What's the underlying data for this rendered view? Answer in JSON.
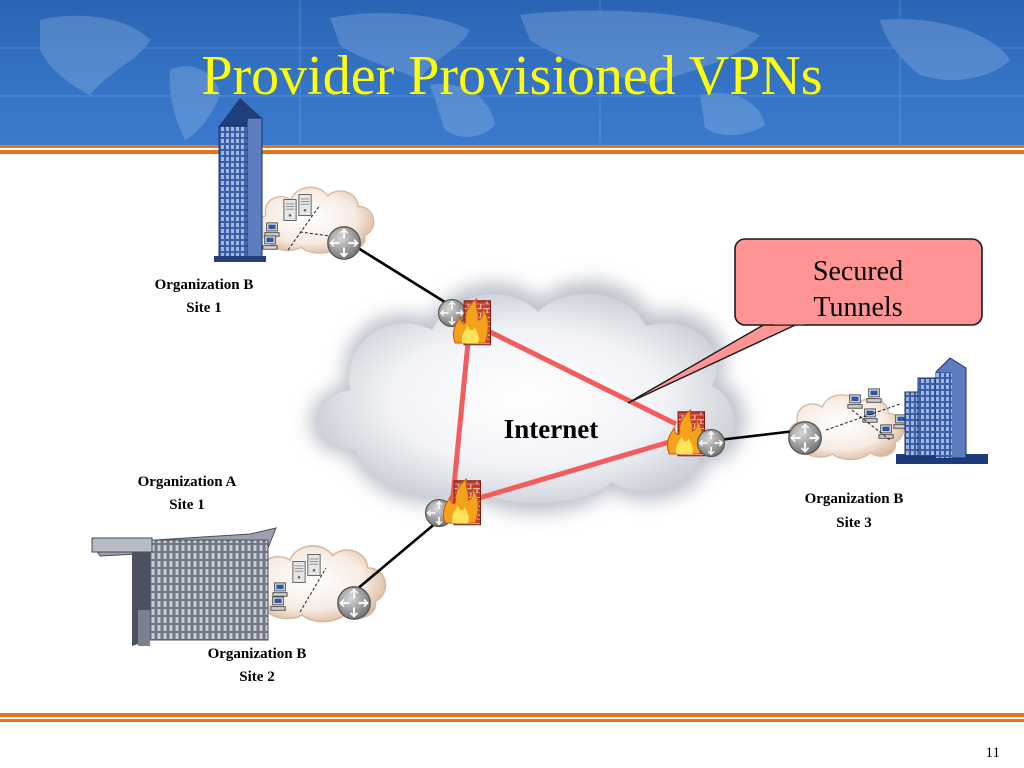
{
  "slide": {
    "title": "Provider Provisioned VPNs",
    "slide_number": "11"
  },
  "network": {
    "internet_label": "Internet",
    "callout": {
      "line1": "Secured",
      "line2": "Tunnels"
    },
    "sites": {
      "b_site1": {
        "line1": "Organization B",
        "line2": "Site 1"
      },
      "a_site1": {
        "line1": "Organization A",
        "line2": "Site 1"
      },
      "b_site2": {
        "line1": "Organization B",
        "line2": "Site 2"
      },
      "b_site3": {
        "line1": "Organization B",
        "line2": "Site 3"
      }
    }
  },
  "colors": {
    "header_blue": "#2f6fc0",
    "title_yellow": "#ffff00",
    "tunnel_red": "#f25c5c",
    "callout_fill": "#ff9494",
    "accent_orange": "#e8731a"
  },
  "icons": [
    "building-icon",
    "server-icon",
    "workstation-icon",
    "router-icon",
    "firewall-icon",
    "cloud-icon"
  ]
}
